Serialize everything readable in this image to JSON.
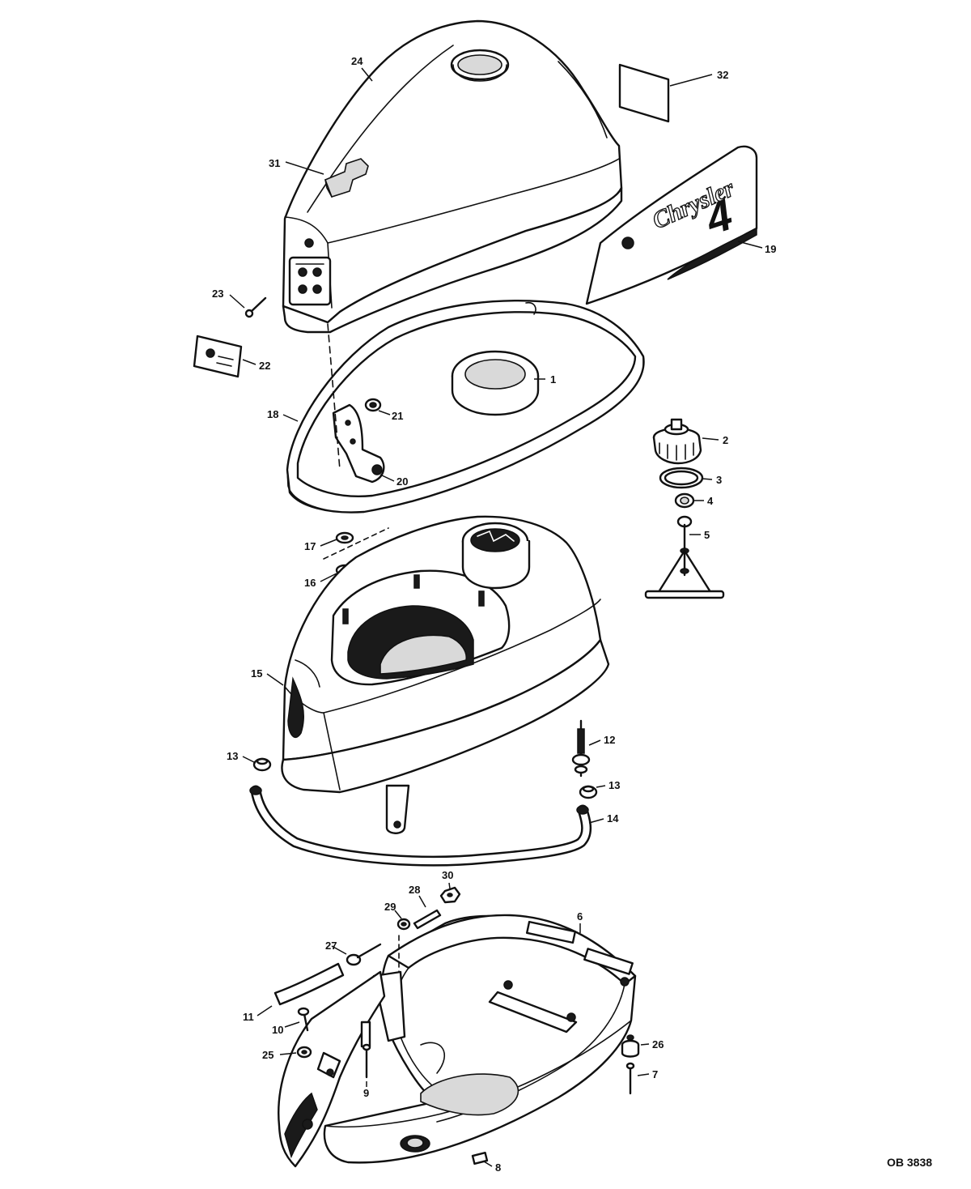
{
  "diagram": {
    "reference_code": "OB 3838",
    "decal_brand": "Chrysler",
    "decal_model": "4",
    "callouts": [
      {
        "id": "c24",
        "label": "24"
      },
      {
        "id": "c32",
        "label": "32"
      },
      {
        "id": "c31",
        "label": "31"
      },
      {
        "id": "c19",
        "label": "19"
      },
      {
        "id": "c23",
        "label": "23"
      },
      {
        "id": "c22",
        "label": "22"
      },
      {
        "id": "c1",
        "label": "1"
      },
      {
        "id": "c18",
        "label": "18"
      },
      {
        "id": "c21",
        "label": "21"
      },
      {
        "id": "c20",
        "label": "20"
      },
      {
        "id": "c2",
        "label": "2"
      },
      {
        "id": "c3",
        "label": "3"
      },
      {
        "id": "c4",
        "label": "4"
      },
      {
        "id": "c5",
        "label": "5"
      },
      {
        "id": "c17",
        "label": "17"
      },
      {
        "id": "c16",
        "label": "16"
      },
      {
        "id": "c15",
        "label": "15"
      },
      {
        "id": "c12",
        "label": "12"
      },
      {
        "id": "c13a",
        "label": "13"
      },
      {
        "id": "c13b",
        "label": "13"
      },
      {
        "id": "c14",
        "label": "14"
      },
      {
        "id": "c30",
        "label": "30"
      },
      {
        "id": "c28",
        "label": "28"
      },
      {
        "id": "c29",
        "label": "29"
      },
      {
        "id": "c6",
        "label": "6"
      },
      {
        "id": "c27",
        "label": "27"
      },
      {
        "id": "c11",
        "label": "11"
      },
      {
        "id": "c10",
        "label": "10"
      },
      {
        "id": "c25",
        "label": "25"
      },
      {
        "id": "c9",
        "label": "9"
      },
      {
        "id": "c26",
        "label": "26"
      },
      {
        "id": "c7",
        "label": "7"
      },
      {
        "id": "c8",
        "label": "8"
      }
    ]
  }
}
